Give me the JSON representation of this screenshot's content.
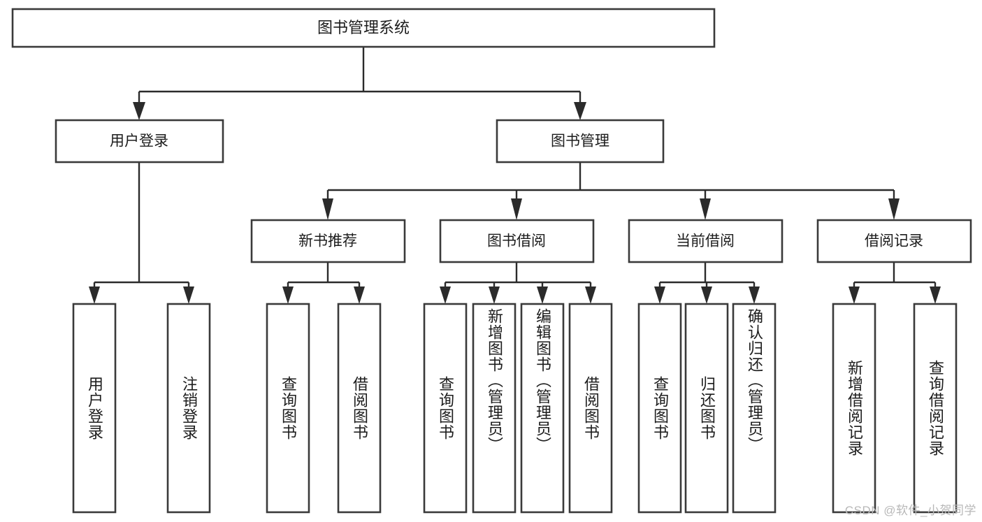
{
  "diagram": {
    "type": "tree",
    "title": "图书管理系统",
    "watermark": "CSDN @软件_小贺同学",
    "root": {
      "label": "图书管理系统"
    },
    "level2": [
      {
        "label": "用户登录"
      },
      {
        "label": "图书管理"
      }
    ],
    "level3": [
      {
        "label": "新书推荐"
      },
      {
        "label": "图书借阅"
      },
      {
        "label": "当前借阅"
      },
      {
        "label": "借阅记录"
      }
    ],
    "leaves": {
      "user_login": [
        {
          "label": "用户登录"
        },
        {
          "label": "注销登录"
        }
      ],
      "new_book_recommend": [
        {
          "label": "查询图书"
        },
        {
          "label": "借阅图书"
        }
      ],
      "book_borrow": [
        {
          "label": "查询图书"
        },
        {
          "label": "新增图书（管理员）"
        },
        {
          "label": "编辑图书（管理员）"
        },
        {
          "label": "借阅图书"
        }
      ],
      "current_borrow": [
        {
          "label": "查询图书"
        },
        {
          "label": "归还图书"
        },
        {
          "label": "确认归还（管理员）"
        }
      ],
      "borrow_record": [
        {
          "label": "新增借阅记录"
        },
        {
          "label": "查询借阅记录"
        }
      ]
    },
    "colors": {
      "box_stroke": "#3a3a3a",
      "connector": "#2b2b2b",
      "text": "#1c1c1c",
      "background": "#ffffff",
      "watermark": "#b8b8b8"
    }
  }
}
